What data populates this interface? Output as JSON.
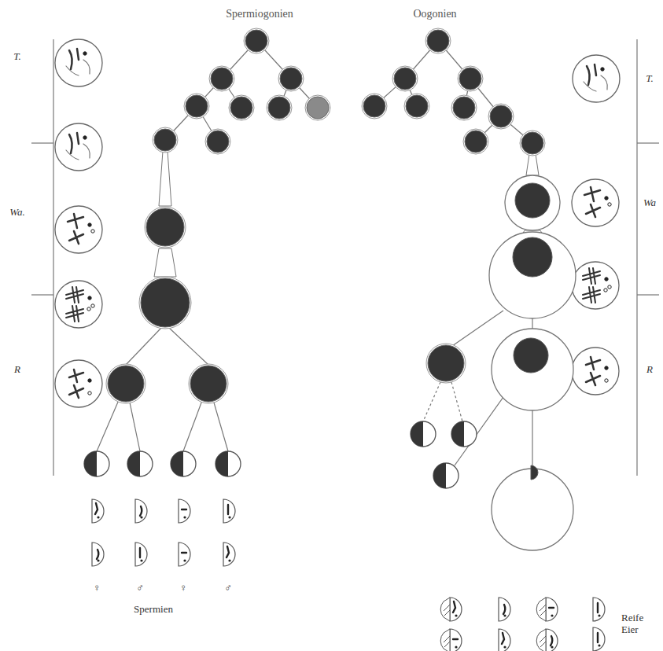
{
  "diagram": {
    "labels": [
      "Spermiogonien",
      "Oogonien",
      "T.",
      "Wa.",
      "R",
      "T.",
      "Wa",
      "R",
      "♀",
      "♂",
      "♀",
      "♂",
      "Spermien",
      "Reife Eier"
    ]
  }
}
